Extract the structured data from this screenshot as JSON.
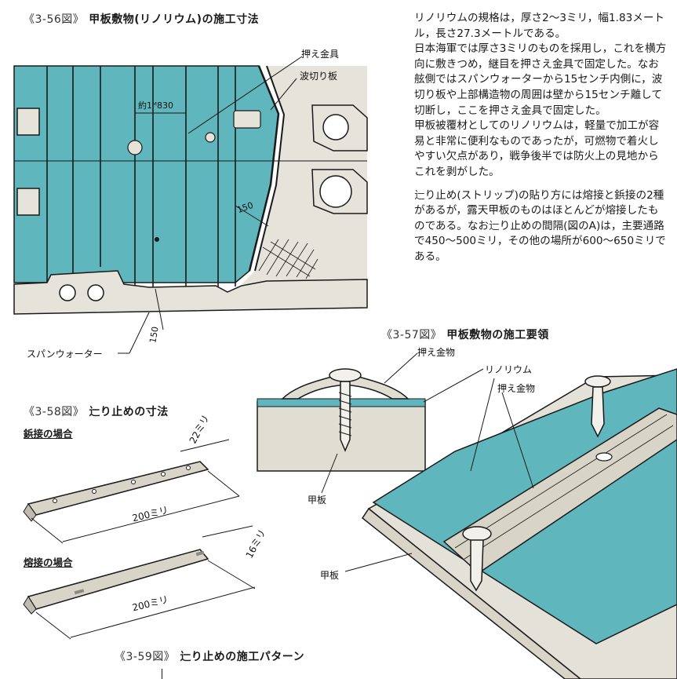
{
  "fig56": {
    "title_num": "《3-56図》",
    "title_text": "甲板敷物(リノリウム)の施工寸法",
    "labels": {
      "osae_kanagu": "押え金具",
      "namikiri": "波切り板",
      "width": "約1ᴹ830",
      "dim150a": "150",
      "dim150b": "150",
      "spanwater": "スパンウォーター"
    }
  },
  "text": {
    "para1": "リノリウムの規格は，厚さ2〜3ミリ，幅1.83メートル，長さ27.3メートルである。",
    "para2": "日本海軍では厚さ3ミリのものを採用し，これを横方向に敷きつめ，継目を押さえ金具で固定した。なお舷側ではスパンウォーターから15センチ内側に，波切り板や上部構造物の周囲は壁から15センチ離して切断し，ここを押さえ金具で固定した。",
    "para3": "甲板被覆材としてのリノリウムは，軽量で加工が容易と非常に便利なものであったが，可燃物で着火しやすい欠点があり，戦争後半では防火上の見地からこれを剥がした。",
    "para4": "辷り止め(ストリップ)の貼り方には熔接と鋲接の2種があるが，露天甲板のものはほとんどが熔接したものである。なお辷り止めの間隔(図のA)は，主要通路で450〜500ミリ，その他の場所が600〜650ミリである。"
  },
  "fig57": {
    "title_num": "《3-57図》",
    "title_text": "甲板敷物の施工要領",
    "labels": {
      "osae_kanamono_top": "押え金物",
      "linoleum": "リノリウム",
      "osae_kanamono": "押え金物",
      "kanpan_a": "甲板",
      "kanpan_b": "甲板"
    }
  },
  "fig58": {
    "title_num": "《3-58図》",
    "title_text": "辷り止めの寸法",
    "rivet_case": "鋲接の場合",
    "rivet_width": "22ミリ",
    "rivet_length": "200ミリ",
    "weld_case": "熔接の場合",
    "weld_width": "16ミリ",
    "weld_length": "200ミリ"
  },
  "fig59": {
    "title_num": "《3-59図》",
    "title_text": "辷り止めの施工パターン"
  },
  "colors": {
    "linoleum": "#5fb6bd",
    "linoleum_dark": "#3f9aa2",
    "deck_gray": "#e3e0d6",
    "steel": "#d8d4c8",
    "ink": "#1a1a1a"
  }
}
